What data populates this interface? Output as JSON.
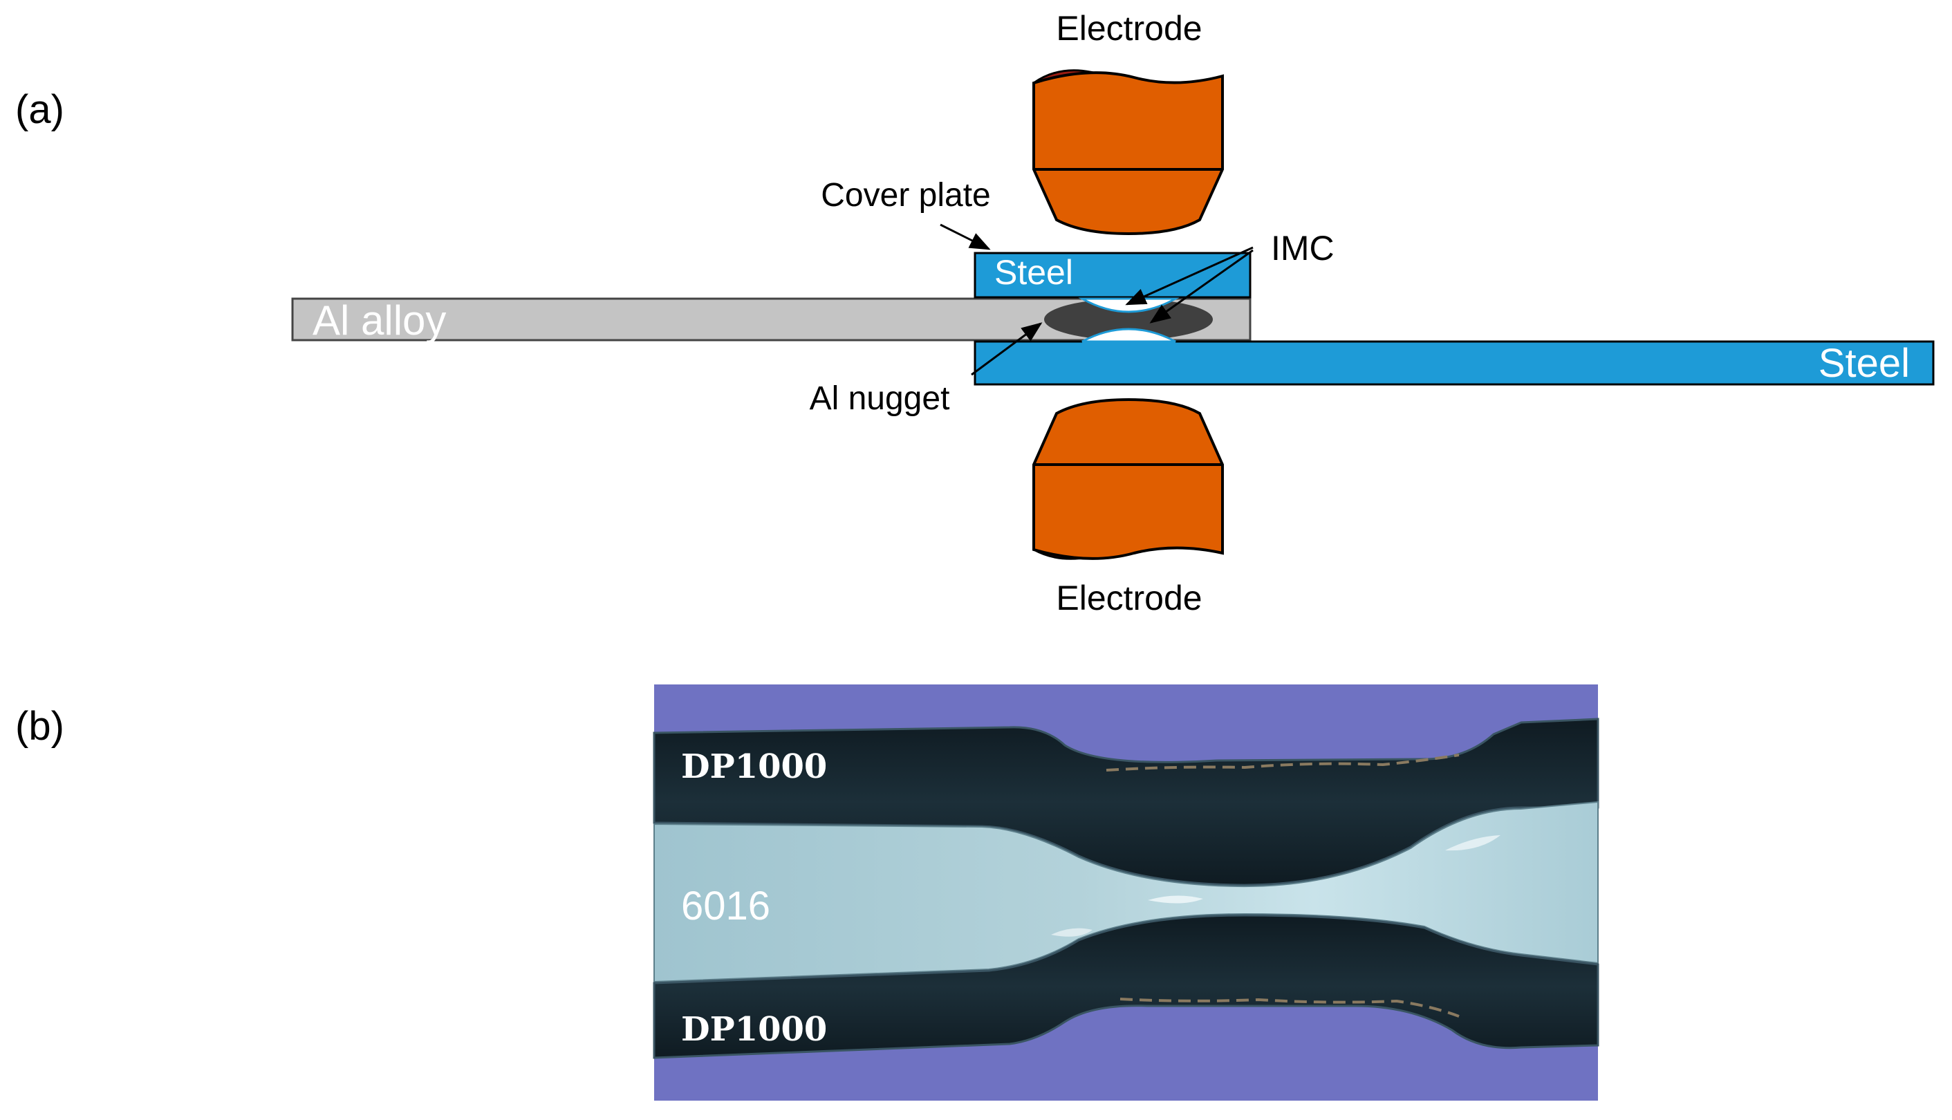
{
  "panel_a": {
    "label": "(a)",
    "electrode_top": "Electrode",
    "electrode_bottom": "Electrode",
    "cover_plate": "Cover plate",
    "steel_top": "Steel",
    "steel_bottom": "Steel",
    "al_alloy": "Al alloy",
    "imc": "IMC",
    "al_nugget": "Al nugget"
  },
  "panel_b": {
    "label": "(b)",
    "sheet_top": "DP1000",
    "sheet_middle": "6016",
    "sheet_bottom": "DP1000"
  },
  "colors": {
    "electrode": "#E05E00",
    "electrode_tip": "#9B1C12",
    "steel": "#1E9BD7",
    "al_alloy": "#C4C4C4",
    "nugget": "#404040",
    "mount_background": "#6F72C2"
  }
}
